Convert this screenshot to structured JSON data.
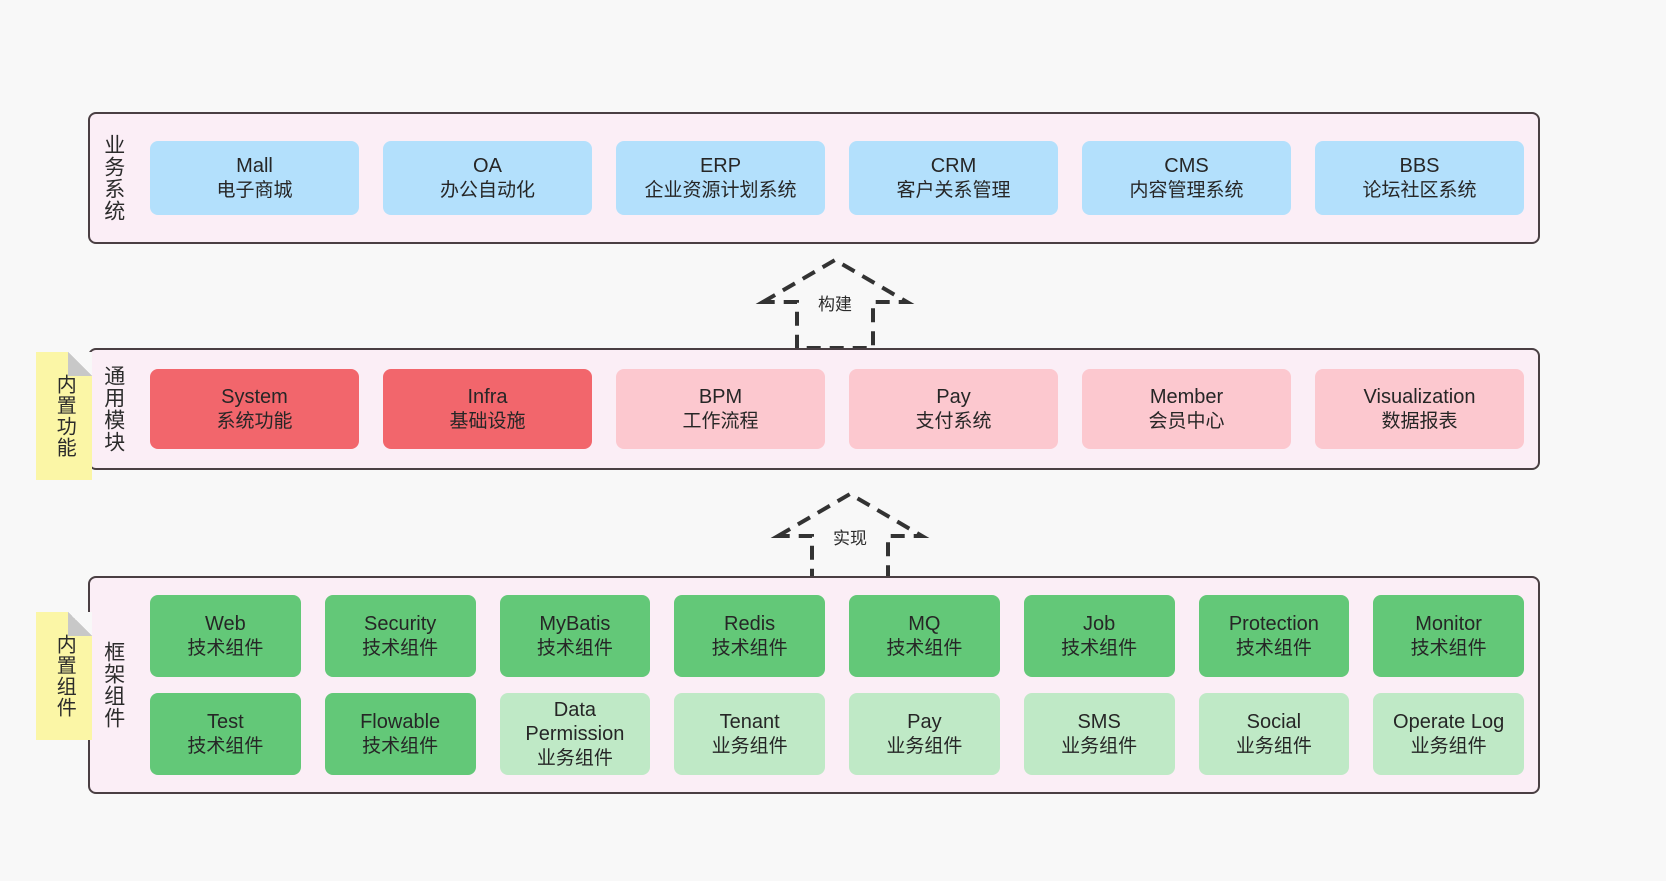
{
  "layers": {
    "business": {
      "label": "业务系统",
      "nodes": [
        {
          "name": "Mall",
          "desc": "电子商城",
          "color": "#b3e0fc"
        },
        {
          "name": "OA",
          "desc": "办公自动化",
          "color": "#b3e0fc"
        },
        {
          "name": "ERP",
          "desc": "企业资源计划系统",
          "color": "#b3e0fc"
        },
        {
          "name": "CRM",
          "desc": "客户关系管理",
          "color": "#b3e0fc"
        },
        {
          "name": "CMS",
          "desc": "内容管理系统",
          "color": "#b3e0fc"
        },
        {
          "name": "BBS",
          "desc": "论坛社区系统",
          "color": "#b3e0fc"
        }
      ]
    },
    "common": {
      "label": "通用模块",
      "nodes": [
        {
          "name": "System",
          "desc": "系统功能",
          "color": "#f2666c"
        },
        {
          "name": "Infra",
          "desc": "基础设施",
          "color": "#f2666c"
        },
        {
          "name": "BPM",
          "desc": "工作流程",
          "color": "#fcc8cf"
        },
        {
          "name": "Pay",
          "desc": "支付系统",
          "color": "#fcc8cf"
        },
        {
          "name": "Member",
          "desc": "会员中心",
          "color": "#fcc8cf"
        },
        {
          "name": "Visualization",
          "desc": "数据报表",
          "color": "#fcc8cf"
        }
      ]
    },
    "framework": {
      "label": "框架组件",
      "row1": [
        {
          "name": "Web",
          "desc": "技术组件",
          "color": "#63c878"
        },
        {
          "name": "Security",
          "desc": "技术组件",
          "color": "#63c878"
        },
        {
          "name": "MyBatis",
          "desc": "技术组件",
          "color": "#63c878"
        },
        {
          "name": "Redis",
          "desc": "技术组件",
          "color": "#63c878"
        },
        {
          "name": "MQ",
          "desc": "技术组件",
          "color": "#63c878"
        },
        {
          "name": "Job",
          "desc": "技术组件",
          "color": "#63c878"
        },
        {
          "name": "Protection",
          "desc": "技术组件",
          "color": "#63c878"
        },
        {
          "name": "Monitor",
          "desc": "技术组件",
          "color": "#63c878"
        }
      ],
      "row2": [
        {
          "name": "Test",
          "desc": "技术组件",
          "color": "#63c878"
        },
        {
          "name": "Flowable",
          "desc": "技术组件",
          "color": "#63c878"
        },
        {
          "name": "Data",
          "name2": "Permission",
          "desc": "业务组件",
          "color": "#bfe9c6"
        },
        {
          "name": "Tenant",
          "desc": "业务组件",
          "color": "#bfe9c6"
        },
        {
          "name": "Pay",
          "desc": "业务组件",
          "color": "#bfe9c6"
        },
        {
          "name": "SMS",
          "desc": "业务组件",
          "color": "#bfe9c6"
        },
        {
          "name": "Social",
          "desc": "业务组件",
          "color": "#bfe9c6"
        },
        {
          "name": "Operate Log",
          "desc": "业务组件",
          "color": "#bfe9c6"
        }
      ]
    }
  },
  "sticky_notes": {
    "builtin_function": "内置功能",
    "builtin_component": "内置组件"
  },
  "arrows": {
    "build": "构建",
    "implement": "实现"
  },
  "colors": {
    "panel_background": "#fbeef6",
    "panel_border": "#4a3f43",
    "page_background": "#f8f8f8",
    "sticky": "#fbf6a6",
    "blue": "#b3e0fc",
    "red": "#f2666c",
    "pink": "#fcc8cf",
    "green": "#63c878",
    "light_green": "#bfe9c6"
  }
}
